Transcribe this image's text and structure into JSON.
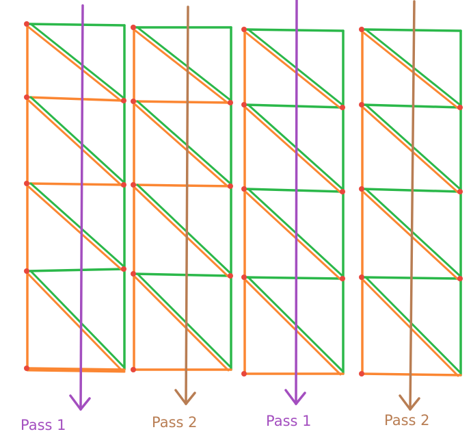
{
  "diagram": {
    "columns": [
      {
        "label": "Pass 1",
        "pass_color": "#a34ebf"
      },
      {
        "label": "Pass 2",
        "pass_color": "#b87d53"
      },
      {
        "label": "Pass 1",
        "pass_color": "#a34ebf"
      },
      {
        "label": "Pass 2",
        "pass_color": "#b87d53"
      }
    ],
    "colors": {
      "orange": "#fb8632",
      "green": "#2bb84a",
      "red_dot": "#e8473c"
    }
  }
}
